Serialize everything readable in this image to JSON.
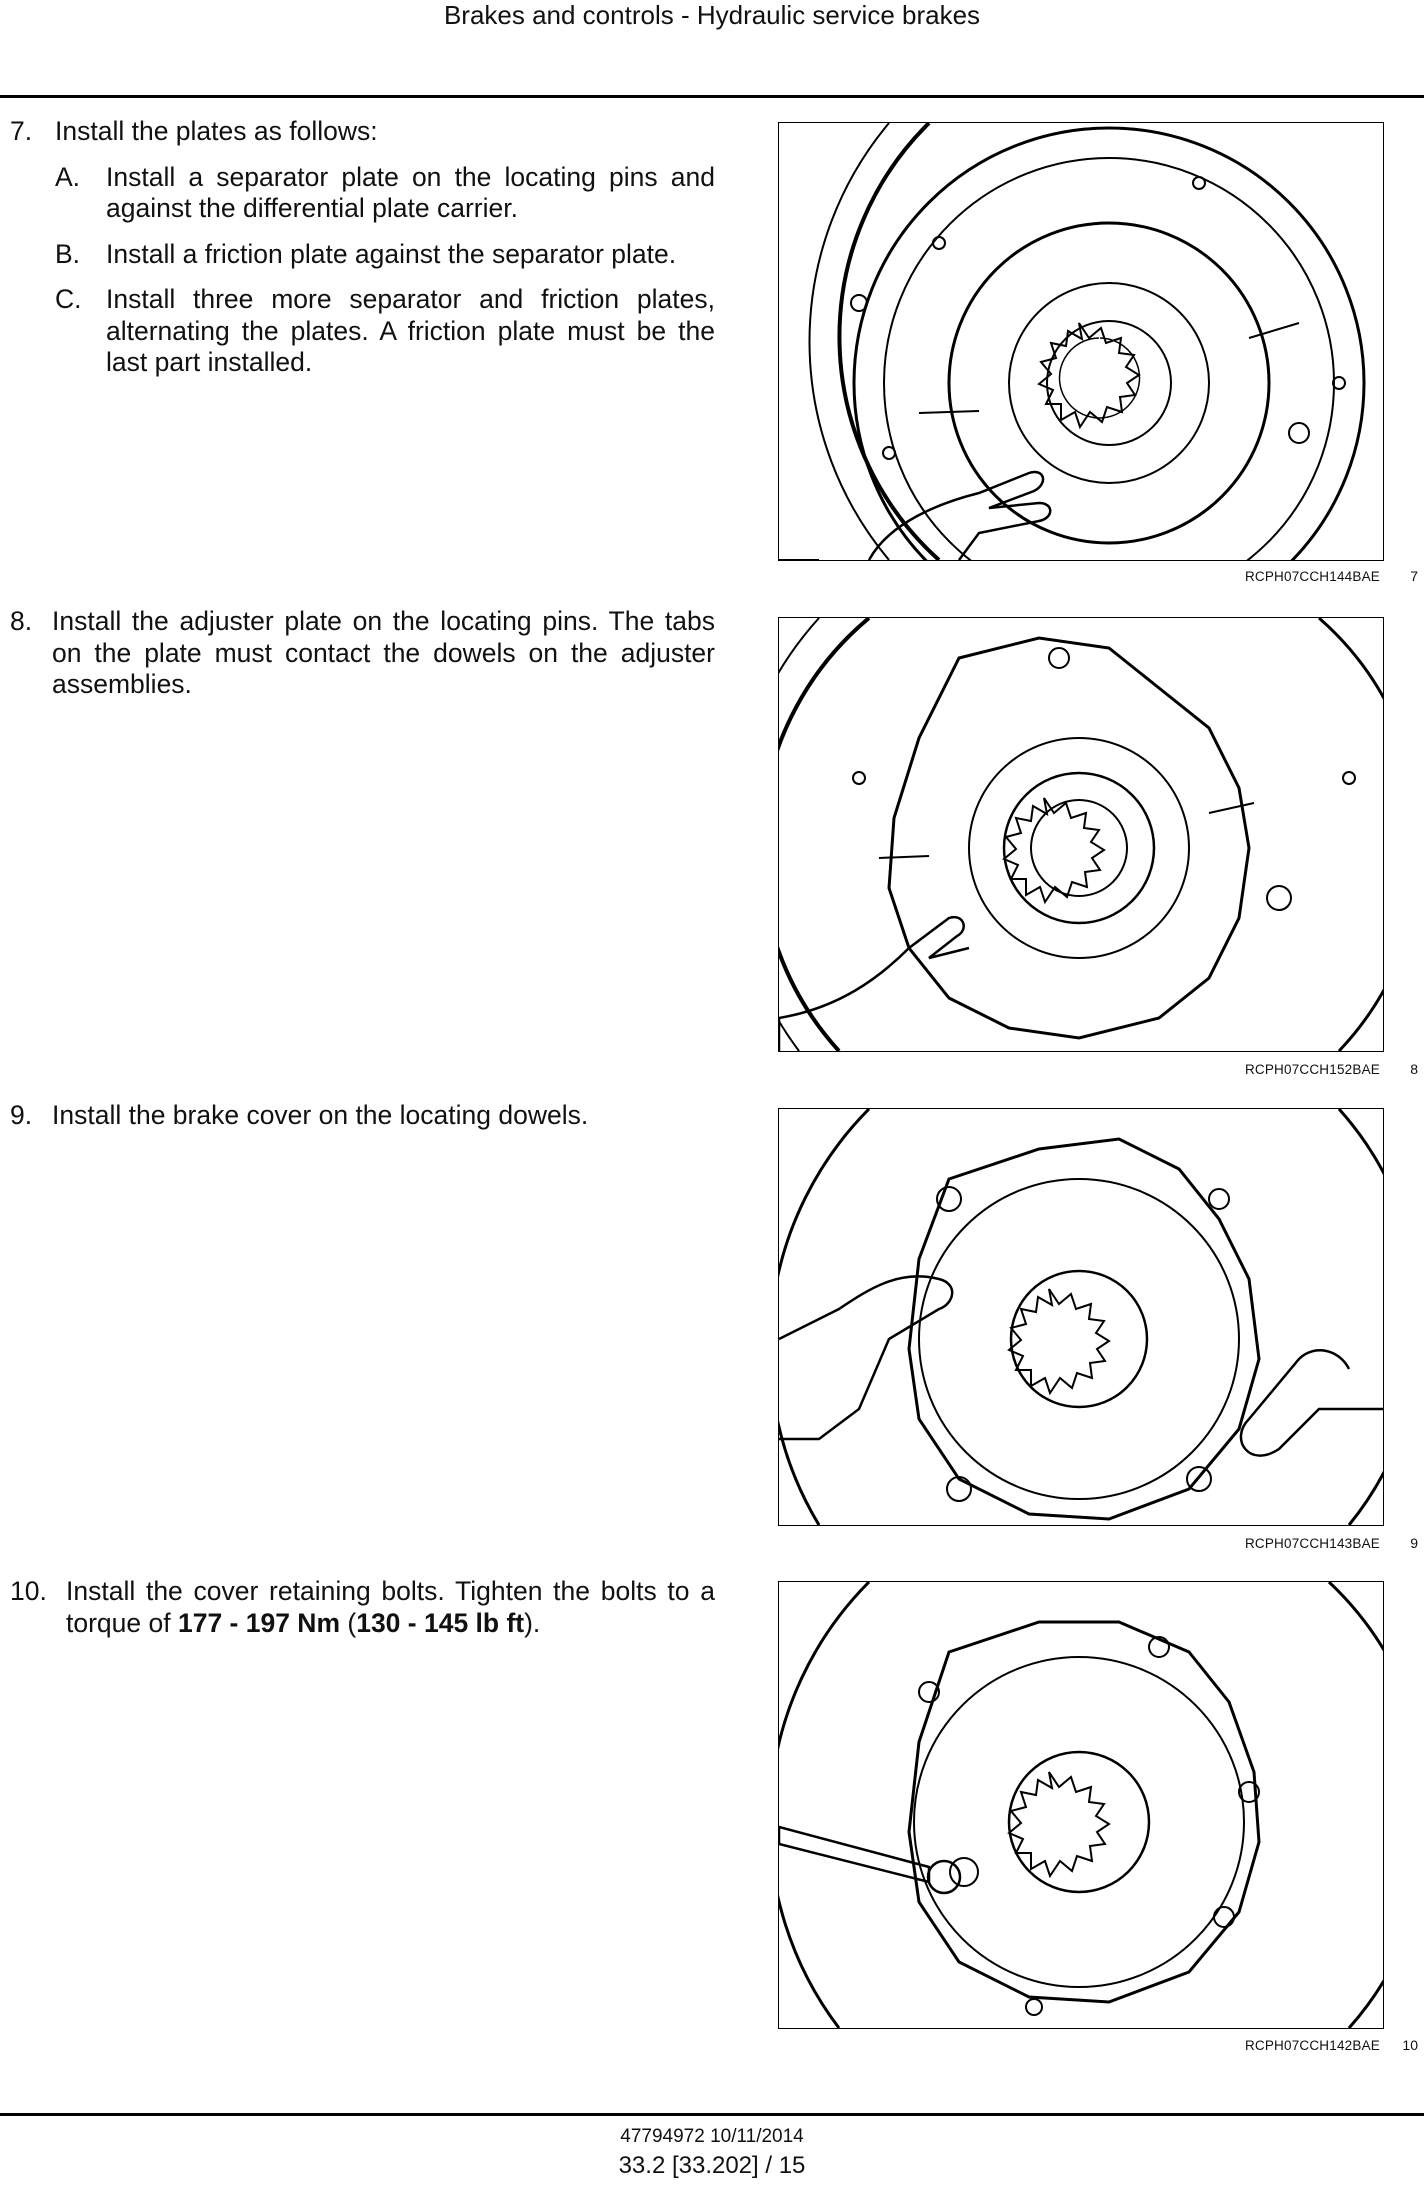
{
  "header": {
    "title": "Brakes and controls - Hydraulic service brakes"
  },
  "steps": [
    {
      "number": "7.",
      "text": "Install the plates as follows:",
      "substeps": [
        {
          "letter": "A.",
          "text": "Install a separator plate on the locating pins and against the differential plate carrier."
        },
        {
          "letter": "B.",
          "text": "Install a friction plate against the separator plate."
        },
        {
          "letter": "C.",
          "text": "Install three more separator and friction plates, alternating the plates.  A friction plate must be the last part installed."
        }
      ]
    },
    {
      "number": "8.",
      "text": "Install the adjuster plate on the locating pins. The tabs on the plate must contact the dowels on the adjuster assemblies."
    },
    {
      "number": "9.",
      "text": "Install the brake cover on the locating dowels."
    },
    {
      "number": "10.",
      "text_before": "Install the cover retaining bolts. Tighten the bolts to a torque of ",
      "torque_nm": "177 - 197 Nm",
      "text_mid": " (",
      "torque_lbft": "130 - 145 lb ft",
      "text_after": ")."
    }
  ],
  "figures": [
    {
      "code": "RCPH07CCH144BAE",
      "number": "7",
      "icon": "friction-plate-install-illustration"
    },
    {
      "code": "RCPH07CCH152BAE",
      "number": "8",
      "icon": "adjuster-plate-install-illustration"
    },
    {
      "code": "RCPH07CCH143BAE",
      "number": "9",
      "icon": "brake-cover-install-illustration"
    },
    {
      "code": "RCPH07CCH142BAE",
      "number": "10",
      "icon": "bolt-torque-illustration"
    }
  ],
  "footer": {
    "doc_id": "47794972 10/11/2014",
    "page": "33.2 [33.202] / 15"
  }
}
